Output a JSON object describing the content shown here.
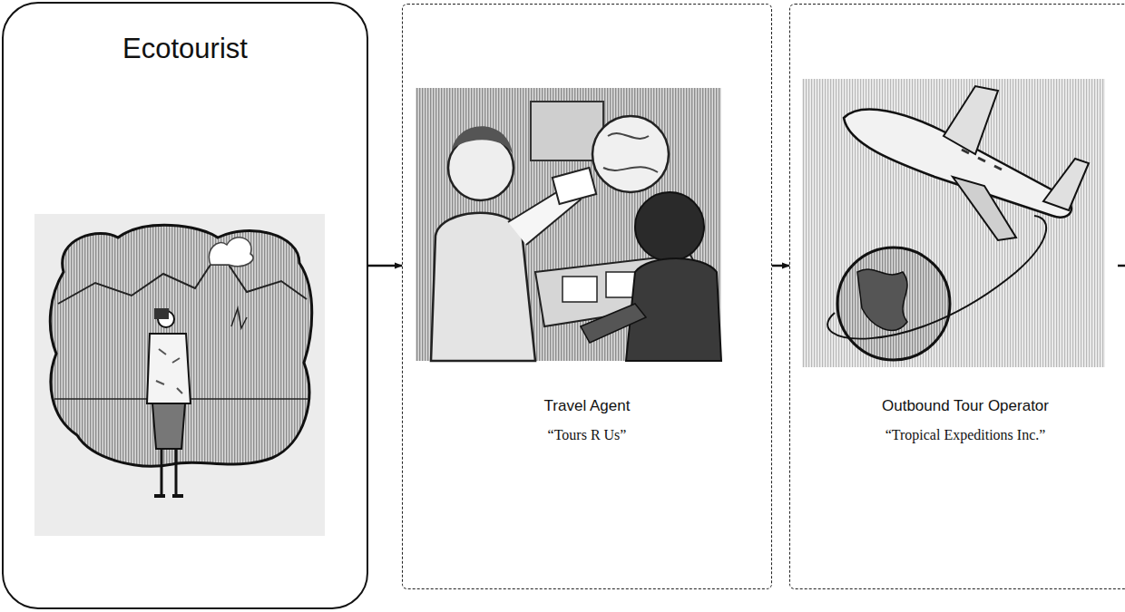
{
  "diagram": {
    "nodes": [
      {
        "text": [
          "Ecotourist"
        ]
      },
      {
        "text": [
          "Travel Agent",
          "“Tours R Us”"
        ]
      },
      {
        "text": [
          "Outbound Tour Operator",
          "“Tropical Expeditions Inc.”"
        ]
      }
    ],
    "edges": [
      {
        "from": 0,
        "to": 1,
        "arrow": "to"
      },
      {
        "from": 1,
        "to": 2,
        "arrow": "to"
      }
    ]
  }
}
